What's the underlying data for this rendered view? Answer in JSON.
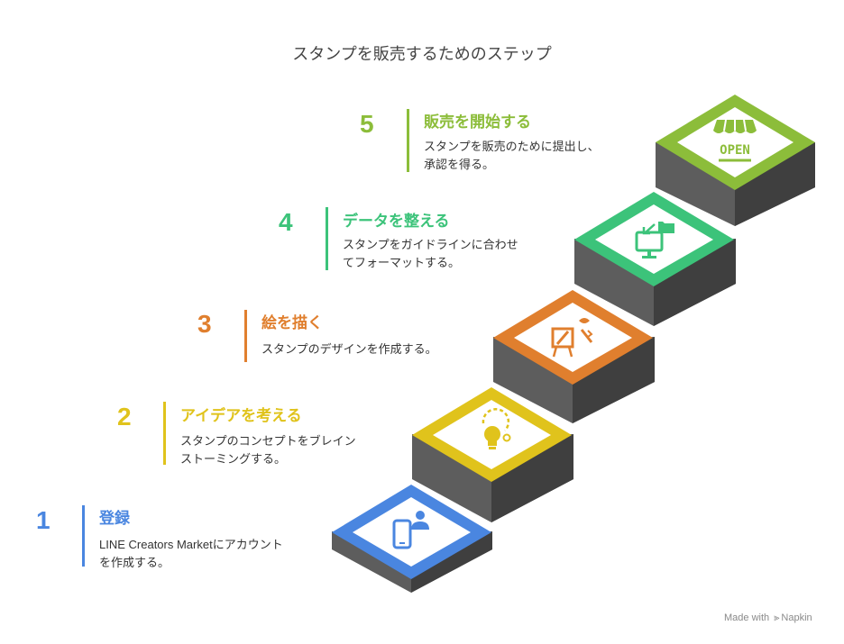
{
  "title": "スタンプを販売するためのステップ",
  "steps": [
    {
      "number": "1",
      "title": "登録",
      "description": "LINE Creators Marketにアカウント\nを作成する。",
      "color": "#4a86e0",
      "icon": "phone-user-icon"
    },
    {
      "number": "2",
      "title": "アイデアを考える",
      "description": "スタンプのコンセプトをブレイン\nストーミングする。",
      "color": "#e0c31c",
      "icon": "lightbulb-icon"
    },
    {
      "number": "3",
      "title": "絵を描く",
      "description": "スタンプのデザインを作成する。",
      "color": "#e07f2e",
      "icon": "easel-brush-icon"
    },
    {
      "number": "4",
      "title": "データを整える",
      "description": "スタンプをガイドラインに合わせ\nてフォーマットする。",
      "color": "#3cc37a",
      "icon": "monitor-folder-icon"
    },
    {
      "number": "5",
      "title": "販売を開始する",
      "description": "スタンプを販売のために提出し、\n承認を得る。",
      "color": "#8cbd3a",
      "icon": "open-shop-icon"
    }
  ],
  "open_sign_text": "OPEN",
  "footer": {
    "made_with": "Made with",
    "brand": "Napkin"
  }
}
